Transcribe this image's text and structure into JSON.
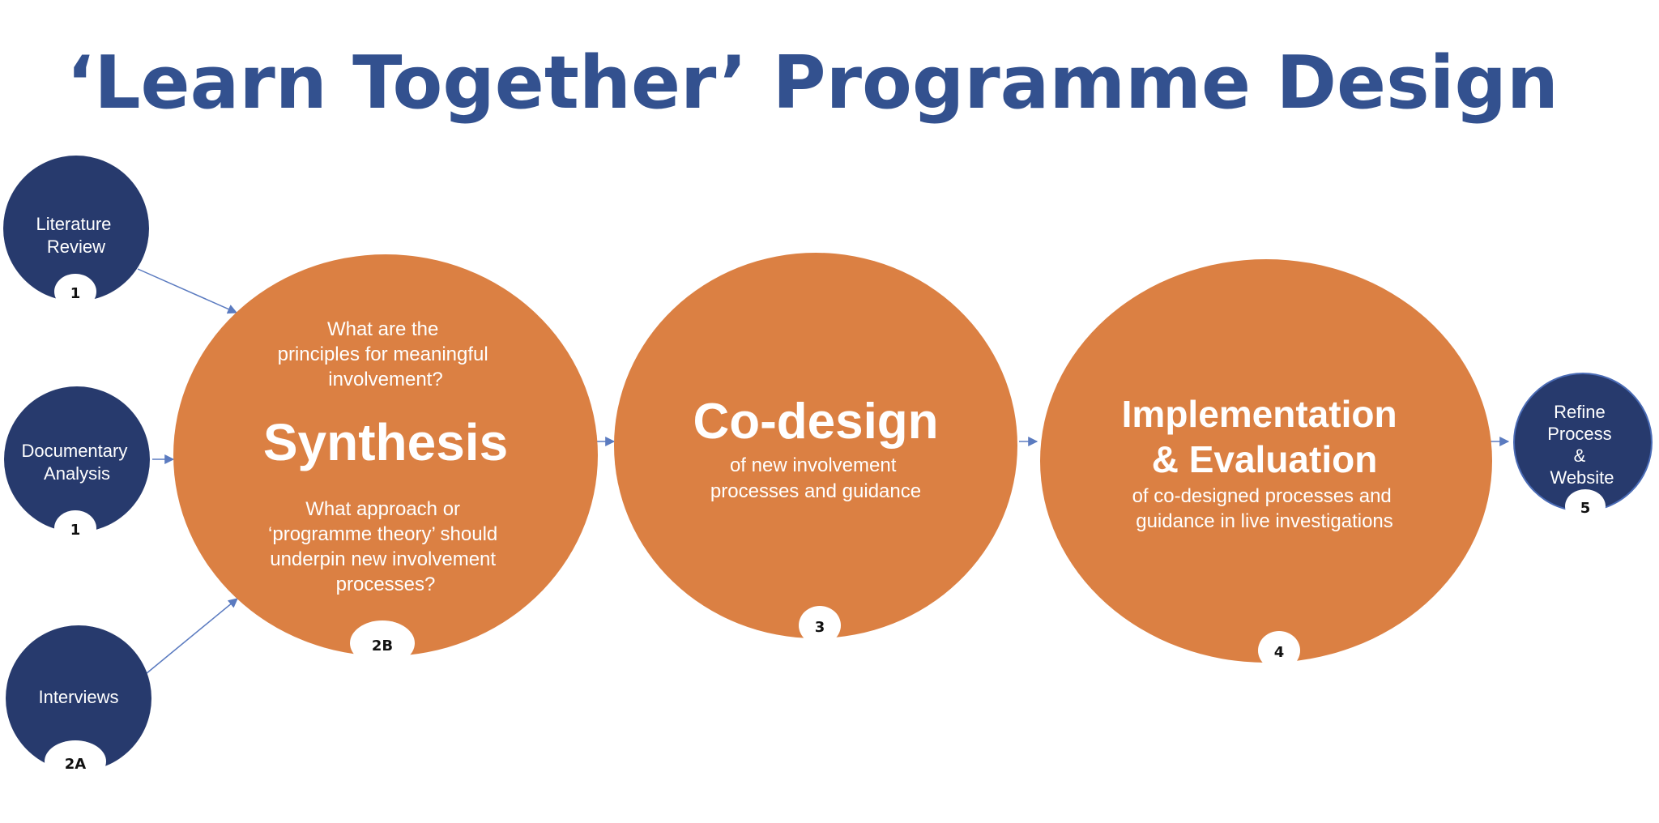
{
  "title": "‘Learn Together’ Programme Design",
  "colors": {
    "title": "#33518f",
    "navy": "#273a6d",
    "orange": "#db8043",
    "arrow": "#5b7bc0",
    "badge_text": "#111111",
    "white": "#ffffff",
    "background": "#ffffff"
  },
  "inputs": {
    "literature": {
      "label_lines": [
        "Literature",
        "Review"
      ],
      "badge": "1"
    },
    "documentary": {
      "label_lines": [
        "Documentary",
        "Analysis"
      ],
      "badge": "1"
    },
    "interviews": {
      "label_lines": [
        "Interviews"
      ],
      "badge": "2A"
    }
  },
  "synthesis": {
    "question_top": [
      "What are the",
      "principles for meaningful",
      "involvement?"
    ],
    "heading": "Synthesis",
    "question_bottom": [
      "What approach or",
      "‘programme theory’ should",
      "underpin new involvement",
      "processes?"
    ],
    "badge": "2B"
  },
  "codesign": {
    "heading": "Co-design",
    "sub": [
      "of new involvement",
      "processes and guidance"
    ],
    "badge": "3"
  },
  "implementation": {
    "heading": [
      "Implementation",
      "& Evaluation"
    ],
    "sub": [
      "of co-designed processes and",
      "guidance in live investigations"
    ],
    "badge": "4"
  },
  "refine": {
    "label_lines": [
      "Refine",
      "Process",
      "&",
      "Website"
    ],
    "badge": "5"
  }
}
